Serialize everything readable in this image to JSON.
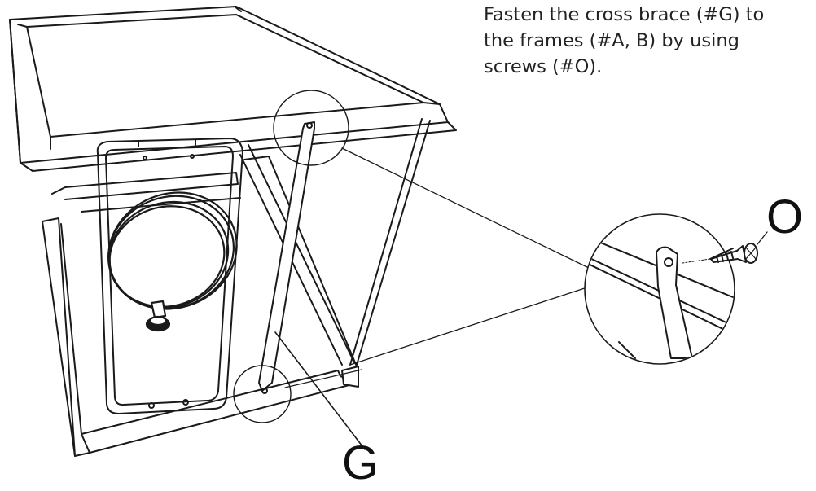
{
  "instruction": {
    "text": "Fasten the cross brace (#G) to\nthe frames (#A, B) by using\nscrews (#O)."
  },
  "labels": {
    "screw": "O",
    "cross_brace": "G"
  },
  "colors": {
    "line": "#1a1a1a",
    "background": "#ffffff"
  }
}
